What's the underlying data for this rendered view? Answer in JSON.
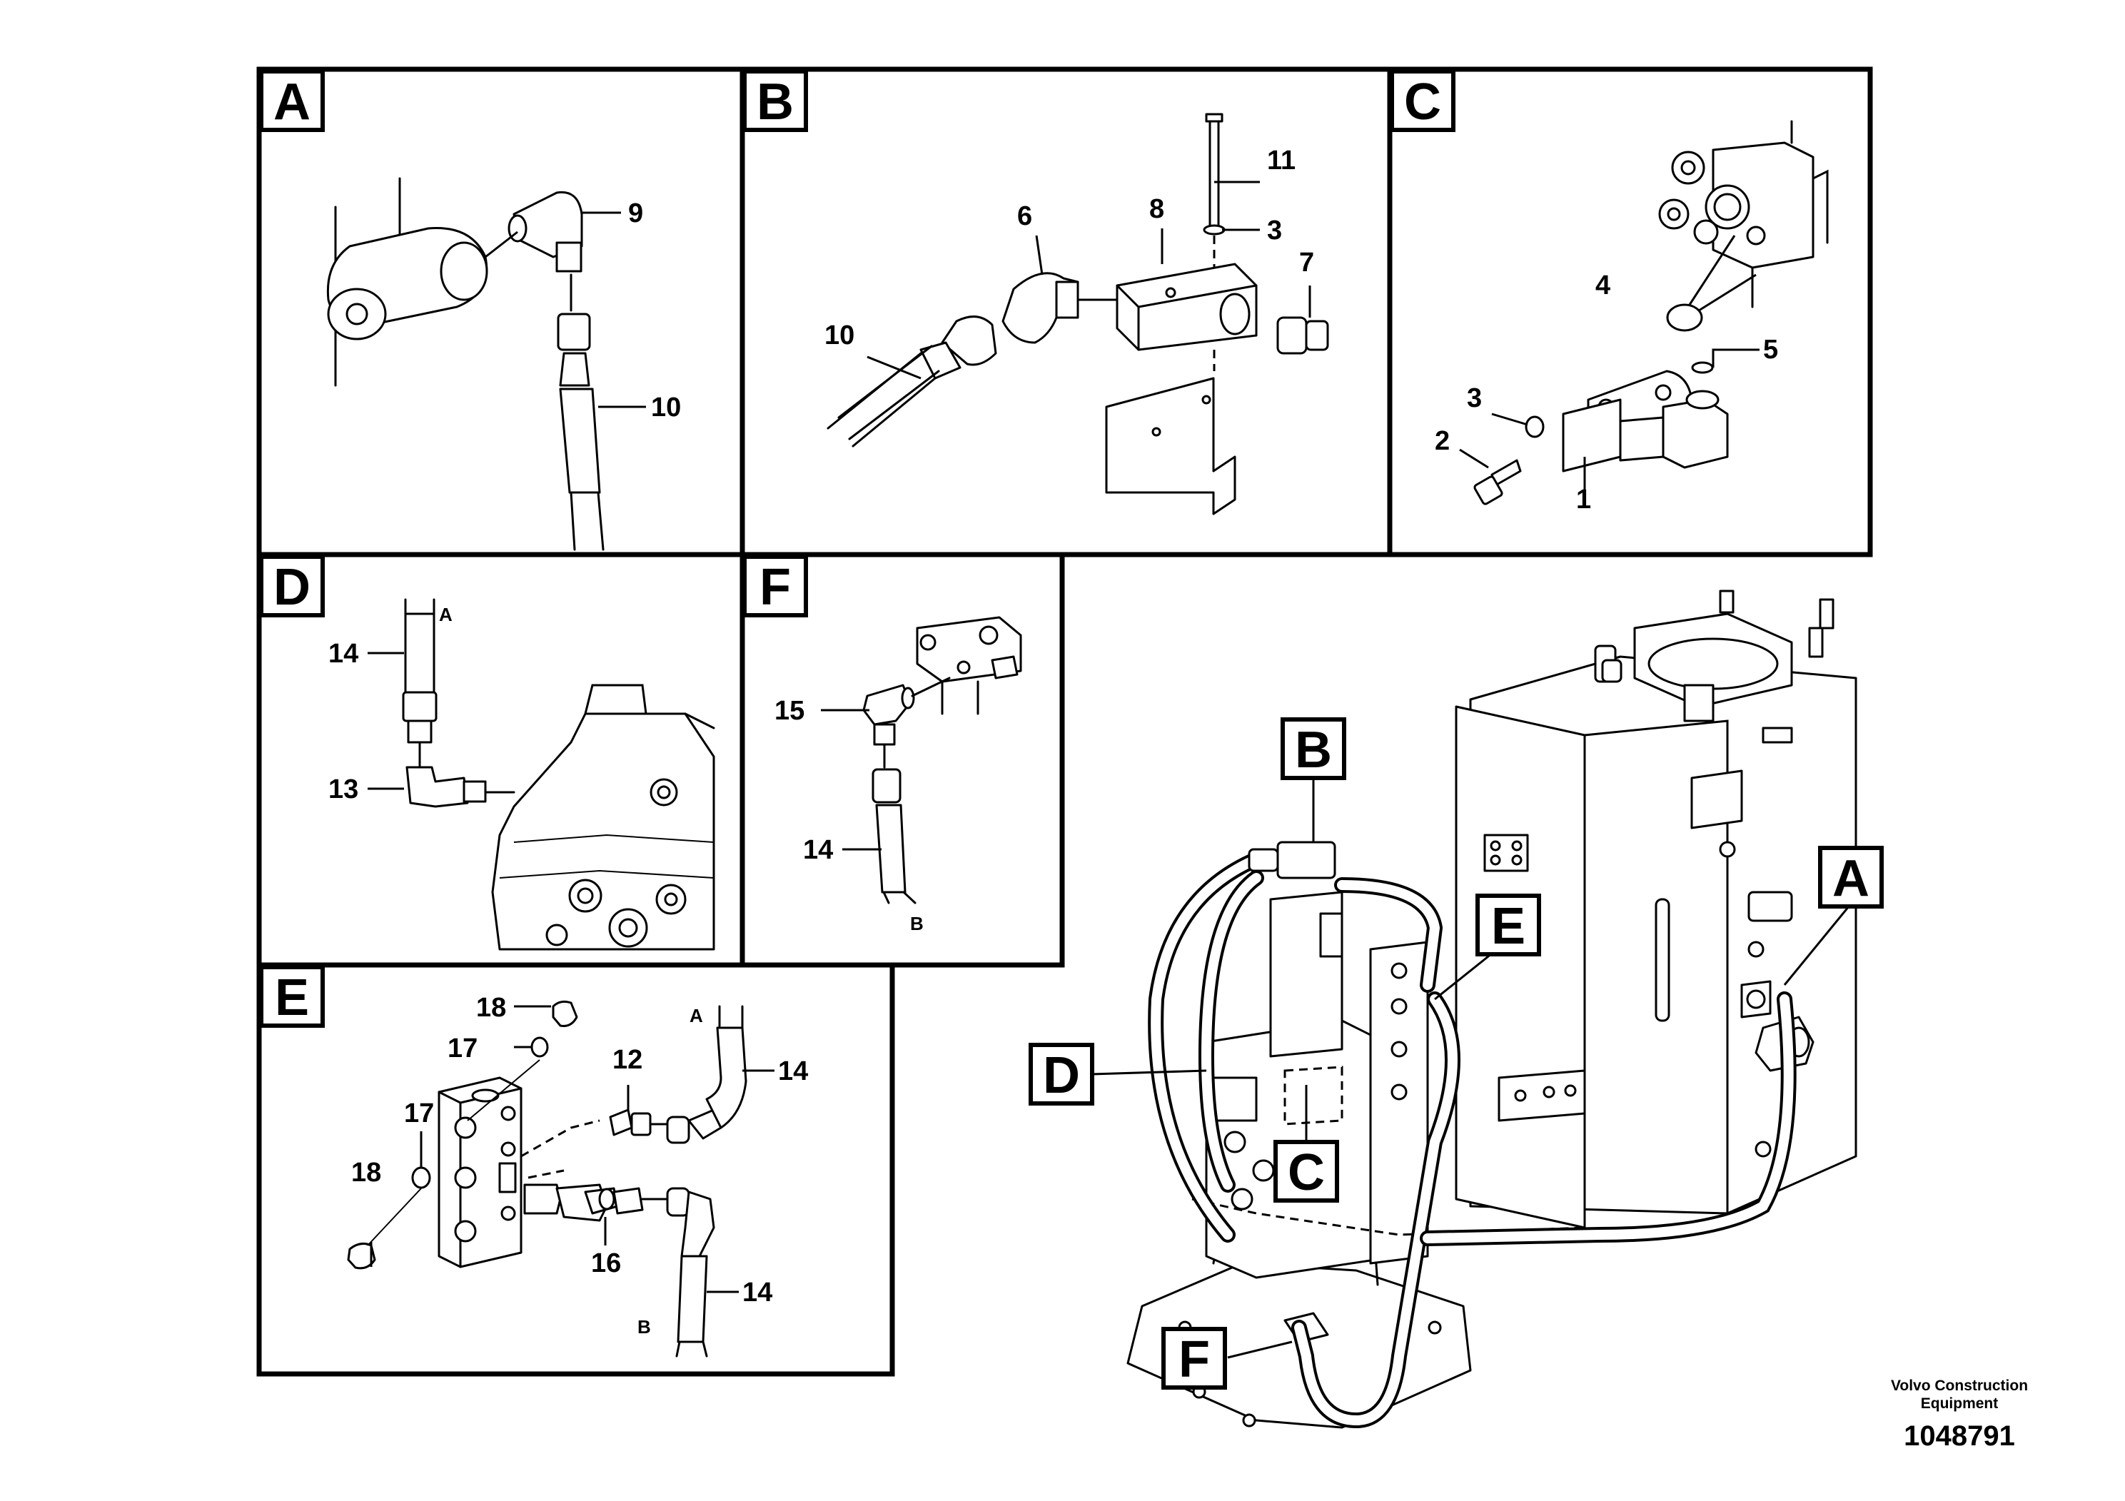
{
  "panels": {
    "A": {
      "tag": "A",
      "callouts": [
        {
          "id": "a9",
          "text": "9"
        },
        {
          "id": "a10",
          "text": "10"
        }
      ]
    },
    "B": {
      "tag": "B",
      "callouts": [
        {
          "id": "b11",
          "text": "11"
        },
        {
          "id": "b3",
          "text": "3"
        },
        {
          "id": "b8",
          "text": "8"
        },
        {
          "id": "b6",
          "text": "6"
        },
        {
          "id": "b7",
          "text": "7"
        },
        {
          "id": "b10",
          "text": "10"
        }
      ]
    },
    "C": {
      "tag": "C",
      "callouts": [
        {
          "id": "c4",
          "text": "4"
        },
        {
          "id": "c5",
          "text": "5"
        },
        {
          "id": "c3",
          "text": "3"
        },
        {
          "id": "c2",
          "text": "2"
        },
        {
          "id": "c1",
          "text": "1"
        }
      ]
    },
    "D": {
      "tag": "D",
      "callouts": [
        {
          "id": "d14",
          "text": "14"
        },
        {
          "id": "d13",
          "text": "13"
        }
      ],
      "hose_end": "A"
    },
    "F": {
      "tag": "F",
      "callouts": [
        {
          "id": "f15",
          "text": "15"
        },
        {
          "id": "f14",
          "text": "14"
        }
      ],
      "hose_end": "B"
    },
    "E": {
      "tag": "E",
      "callouts": [
        {
          "id": "e18a",
          "text": "18"
        },
        {
          "id": "e17a",
          "text": "17"
        },
        {
          "id": "e17b",
          "text": "17"
        },
        {
          "id": "e18b",
          "text": "18"
        },
        {
          "id": "e12",
          "text": "12"
        },
        {
          "id": "e14a",
          "text": "14"
        },
        {
          "id": "e16",
          "text": "16"
        },
        {
          "id": "e14b",
          "text": "14"
        }
      ],
      "hose_end_a": "A",
      "hose_end_b": "B"
    }
  },
  "overview_tags": [
    "B",
    "A",
    "E",
    "D",
    "C",
    "F"
  ],
  "footer": {
    "company_line1": "Volvo Construction",
    "company_line2": "Equipment",
    "drawing_number": "1048791"
  }
}
